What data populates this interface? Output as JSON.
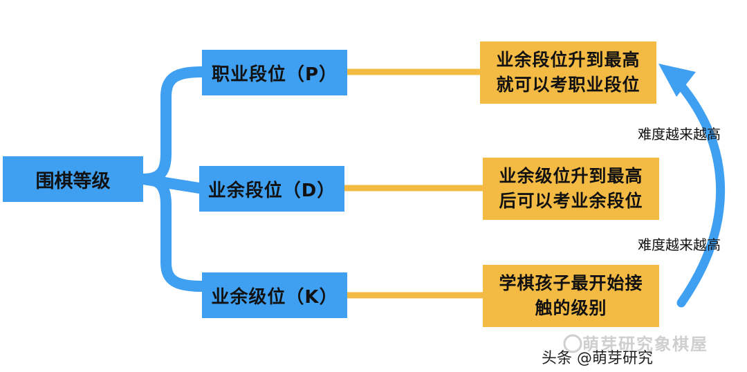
{
  "diagram": {
    "root": "围棋等级",
    "levels": [
      {
        "label": "职业段位（P）",
        "note_lines": [
          "业余段位升到最高",
          "就可以考职业段位"
        ]
      },
      {
        "label": "业余段位（D）",
        "note_lines": [
          "业余级位升到最高",
          "后可以考业余段位"
        ]
      },
      {
        "label": "业余级位（K）",
        "note_lines": [
          "学棋孩子最开始接",
          "触的级别"
        ]
      }
    ],
    "difficulty_labels": [
      "难度越来越高",
      "难度越来越高"
    ]
  },
  "watermark": {
    "credit": "头条 @萌芽研究",
    "logo_text": "萌芽研究象棋屋"
  },
  "colors": {
    "level_box": "#3fa0f2",
    "note_box": "#f4bb44",
    "connector": "#f4bb44",
    "bracket": "#3fa0f2",
    "arrow": "#3fa0f2"
  }
}
